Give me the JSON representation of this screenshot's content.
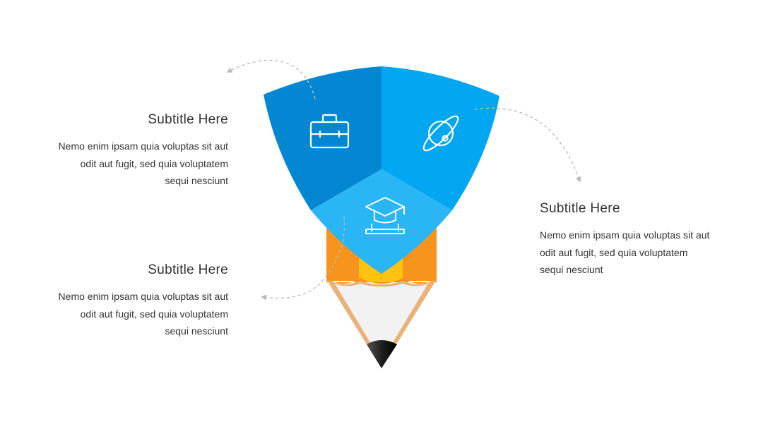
{
  "blocks": [
    {
      "title": "Subtitle Here",
      "lines": [
        "Nemo enim ipsam quia voluptas sit aut",
        "odit aut fugit, sed quia voluptatem",
        "sequi nesciunt"
      ]
    },
    {
      "title": "Subtitle Here",
      "lines": [
        "Nemo enim ipsam quia voluptas sit aut",
        "odit aut fugit, sed quia voluptatem",
        "sequi nesciunt"
      ]
    },
    {
      "title": "Subtitle Here",
      "lines": [
        "Nemo enim ipsam quia voluptas sit aut",
        "odit aut fugit, sed quia voluptatem",
        "sequi nesciunt"
      ]
    }
  ],
  "icons": {
    "segment_top_left": "briefcase-icon",
    "segment_top_right": "planet-icon",
    "segment_bottom": "graduation-cap-icon"
  },
  "colors": {
    "segment_top_left": "#0387D3",
    "segment_top_right": "#03A6F0",
    "segment_bottom": "#2AB6F4",
    "pencil_orange": "#F7941D",
    "pencil_yellow": "#FFC20E",
    "pencil_wood": "#E9B27B",
    "pencil_tip": "#1E1E1E",
    "connector": "#BBBBBB"
  }
}
